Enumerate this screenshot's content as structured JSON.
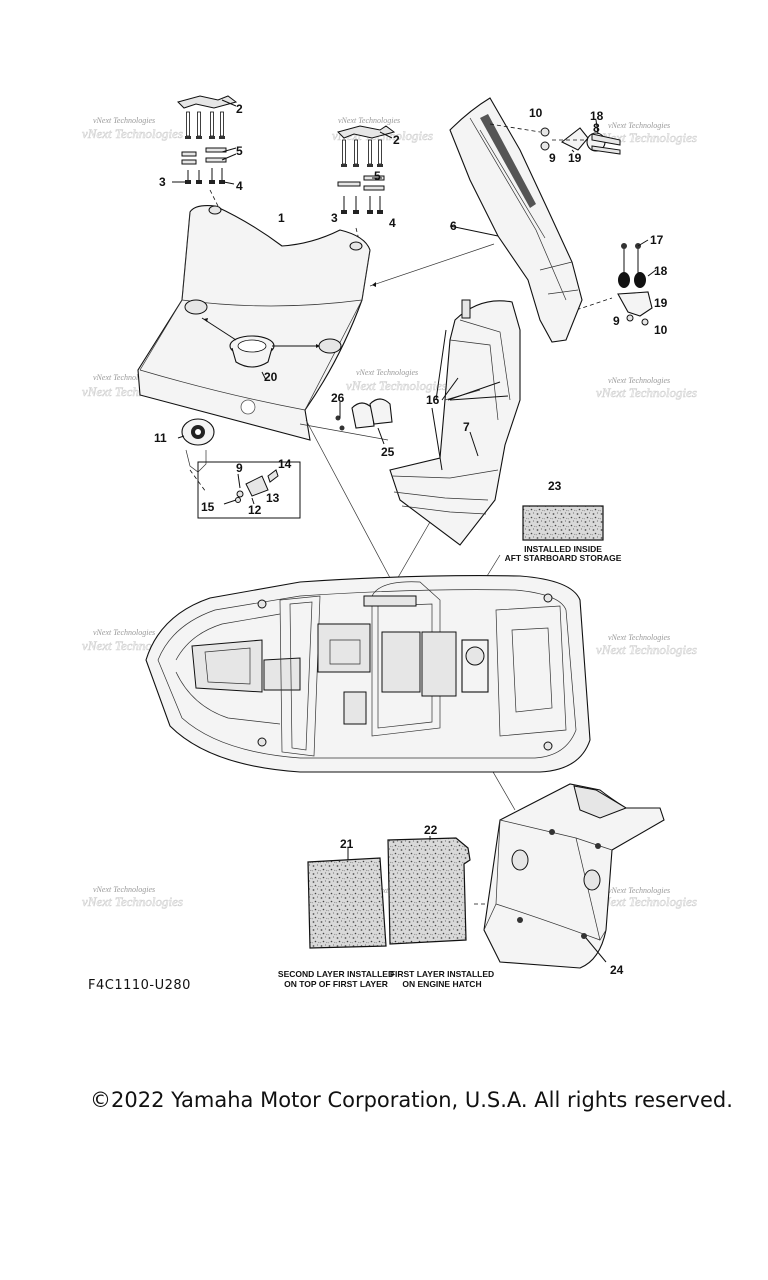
{
  "diagram": {
    "part_code": "F4C1110-U280",
    "copyright": "©2022 Yamaha Motor Corporation, U.S.A. All rights reserved.",
    "watermark": "vNext Technologies",
    "callouts": {
      "c1": "1",
      "c2a": "2",
      "c2b": "2",
      "c3a": "3",
      "c3b": "3",
      "c4a": "4",
      "c4b": "4",
      "c5a": "5",
      "c5b": "5",
      "c6": "6",
      "c7": "7",
      "c8": "8",
      "c9a": "9",
      "c9b": "9",
      "c9c": "9",
      "c10a": "10",
      "c10b": "10",
      "c11": "11",
      "c12": "12",
      "c13": "13",
      "c14": "14",
      "c15": "15",
      "c16": "16",
      "c17": "17",
      "c18a": "18",
      "c18b": "18",
      "c19a": "19",
      "c19b": "19",
      "c20": "20",
      "c21": "21",
      "c22": "22",
      "c23": "23",
      "c24": "24",
      "c25": "25",
      "c26": "26"
    },
    "notes": {
      "n23_line1": "INSTALLED INSIDE",
      "n23_line2": "AFT STARBOARD STORAGE",
      "n21_line1": "SECOND LAYER INSTALLED",
      "n21_line2": "ON TOP OF FIRST LAYER",
      "n22_line1": "FIRST LAYER INSTALLED",
      "n22_line2": "ON ENGINE HATCH"
    }
  }
}
